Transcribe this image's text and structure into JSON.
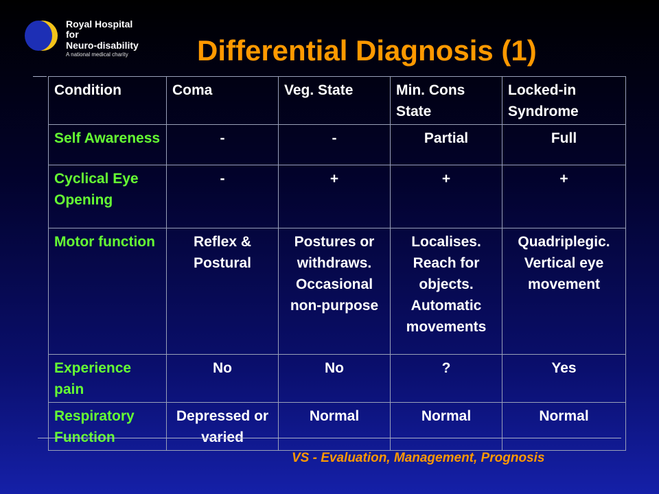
{
  "logo": {
    "line1": "Royal Hospital for",
    "line2": "Neuro-disability",
    "tagline": "A national medical charity"
  },
  "title": "Differential Diagnosis (1)",
  "table": {
    "header": [
      "Condition",
      "Coma",
      "Veg. State",
      "Min. Cons State",
      "Locked-in Syndrome"
    ],
    "rows": [
      {
        "condition": "Self Awareness",
        "cells": [
          "-",
          "-",
          "Partial",
          "Full"
        ]
      },
      {
        "condition": "Cyclical Eye Opening",
        "cells": [
          "-",
          "+",
          "+",
          "+"
        ]
      },
      {
        "condition": "Motor function",
        "cells": [
          "Reflex & Postural",
          "Postures or withdraws. Occasional non-purpose",
          "Localises. Reach for objects. Automatic movements",
          "Quadriplegic. Vertical eye movement"
        ]
      },
      {
        "condition": "Experience pain",
        "cells": [
          "No",
          "No",
          "?",
          "Yes"
        ]
      },
      {
        "condition": "Respiratory Function",
        "cells": [
          "Depressed or  varied",
          "Normal",
          "Normal",
          "Normal"
        ]
      }
    ]
  },
  "footer": "VS - Evaluation, Management, Prognosis",
  "colors": {
    "title": "#ff9900",
    "condition_text": "#66ff33",
    "cell_text": "#ffffff",
    "background": "#0a0f6e"
  }
}
